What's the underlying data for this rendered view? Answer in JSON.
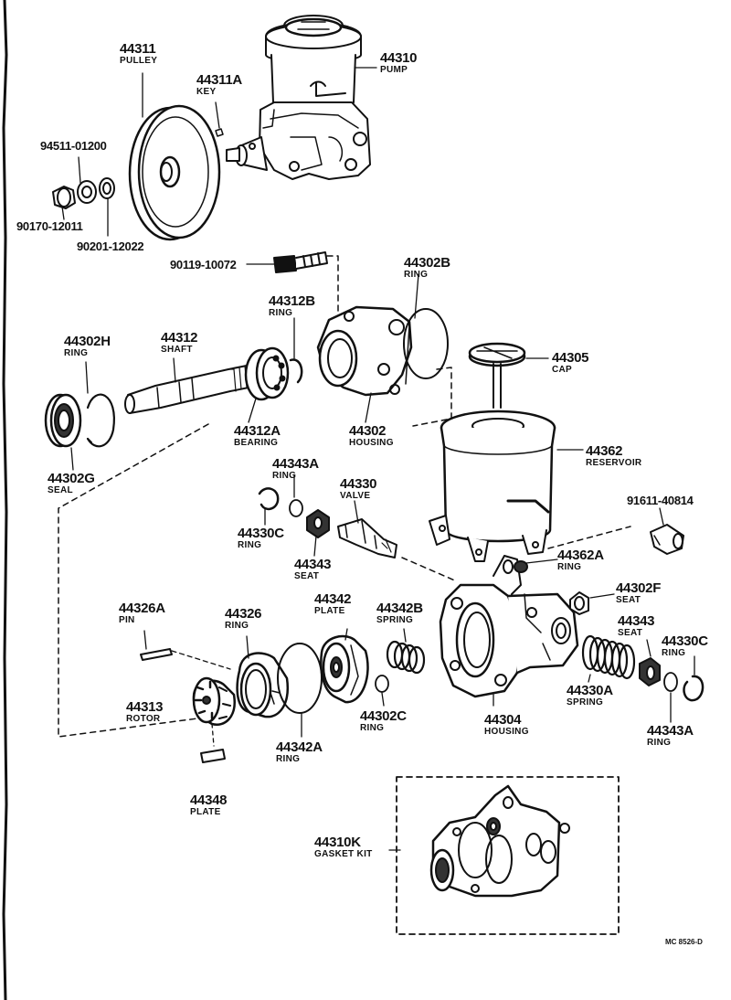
{
  "drawing_code": "MC 8526-D",
  "parts": [
    {
      "id": "p44311",
      "number": "44311",
      "name": "PULLEY"
    },
    {
      "id": "p44311a",
      "number": "44311A",
      "name": "KEY"
    },
    {
      "id": "p44310",
      "number": "44310",
      "name": "PUMP"
    },
    {
      "id": "p94511",
      "number": "94511-01200",
      "name": ""
    },
    {
      "id": "p90170",
      "number": "90170-12011",
      "name": ""
    },
    {
      "id": "p90201",
      "number": "90201-12022",
      "name": ""
    },
    {
      "id": "p90119",
      "number": "90119-10072",
      "name": ""
    },
    {
      "id": "p44302b",
      "number": "44302B",
      "name": "RING"
    },
    {
      "id": "p44312b",
      "number": "44312B",
      "name": "RING"
    },
    {
      "id": "p44302h",
      "number": "44302H",
      "name": "RING"
    },
    {
      "id": "p44312",
      "number": "44312",
      "name": "SHAFT"
    },
    {
      "id": "p44305",
      "number": "44305",
      "name": "CAP"
    },
    {
      "id": "p44312a",
      "number": "44312A",
      "name": "BEARING"
    },
    {
      "id": "p44302",
      "number": "44302",
      "name": "HOUSING"
    },
    {
      "id": "p44302g",
      "number": "44302G",
      "name": "SEAL"
    },
    {
      "id": "p44362",
      "number": "44362",
      "name": "RESERVOIR"
    },
    {
      "id": "p44343a_top",
      "number": "44343A",
      "name": "RING"
    },
    {
      "id": "p44330",
      "number": "44330",
      "name": "VALVE"
    },
    {
      "id": "p91611",
      "number": "91611-40814",
      "name": ""
    },
    {
      "id": "p44330c_left",
      "number": "44330C",
      "name": "RING"
    },
    {
      "id": "p44343_left",
      "number": "44343",
      "name": "SEAT"
    },
    {
      "id": "p44362a",
      "number": "44362A",
      "name": "RING"
    },
    {
      "id": "p44302f",
      "number": "44302F",
      "name": "SEAT"
    },
    {
      "id": "p44326a",
      "number": "44326A",
      "name": "PIN"
    },
    {
      "id": "p44326",
      "number": "44326",
      "name": "RING"
    },
    {
      "id": "p44342",
      "number": "44342",
      "name": "PLATE"
    },
    {
      "id": "p44342b",
      "number": "44342B",
      "name": "SPRING"
    },
    {
      "id": "p44343_right",
      "number": "44343",
      "name": "SEAT"
    },
    {
      "id": "p44330c_right",
      "number": "44330C",
      "name": "RING"
    },
    {
      "id": "p44313",
      "number": "44313",
      "name": "ROTOR"
    },
    {
      "id": "p44330a",
      "number": "44330A",
      "name": "SPRING"
    },
    {
      "id": "p44302c",
      "number": "44302C",
      "name": "RING"
    },
    {
      "id": "p44304",
      "number": "44304",
      "name": "HOUSING"
    },
    {
      "id": "p44342a",
      "number": "44342A",
      "name": "RING"
    },
    {
      "id": "p44343a_bottom",
      "number": "44343A",
      "name": "RING"
    },
    {
      "id": "p44348",
      "number": "44348",
      "name": "PLATE"
    },
    {
      "id": "p44310k",
      "number": "44310K",
      "name": "GASKET KIT"
    }
  ]
}
